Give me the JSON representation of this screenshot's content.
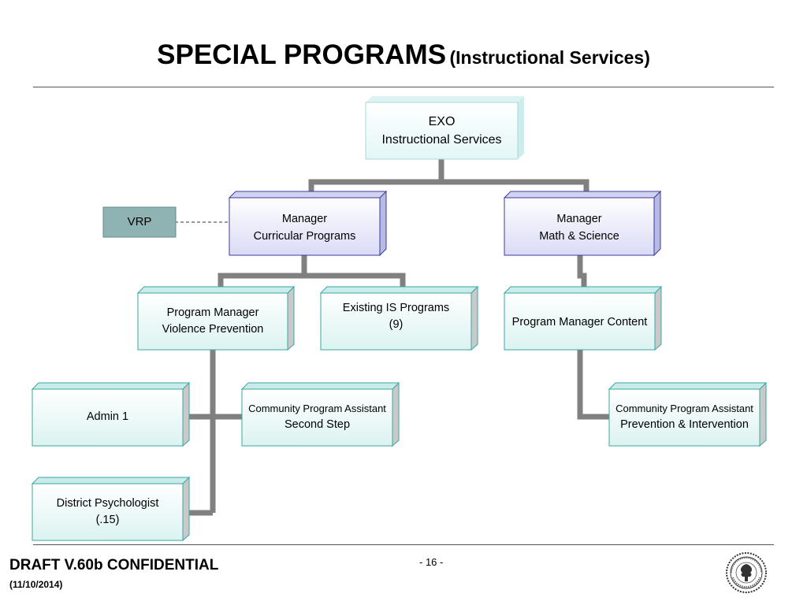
{
  "title": {
    "main": "SPECIAL PROGRAMS",
    "subtitle": "(Instructional Services)"
  },
  "nodes": {
    "exo": {
      "line1": "EXO",
      "line2": "Instructional Services"
    },
    "vrp": {
      "label": "VRP"
    },
    "manager_curricular": {
      "line1": "Manager",
      "line2": "Curricular Programs"
    },
    "manager_math": {
      "line1": "Manager",
      "line2": "Math & Science"
    },
    "pm_violence": {
      "line1": "Program Manager",
      "line2": "Violence Prevention"
    },
    "existing_is": {
      "line1": "Existing IS Programs",
      "line2": "(9)"
    },
    "pm_content": {
      "line1": "Program Manager Content"
    },
    "admin1": {
      "line1": "Admin 1"
    },
    "cpa_second_step": {
      "line1": "Community Program Assistant",
      "line2": "Second Step"
    },
    "district_psych": {
      "line1": "District Psychologist",
      "line2": "(.15)"
    },
    "cpa_prevention": {
      "line1": "Community Program Assistant",
      "line2": "Prevention & Intervention"
    }
  },
  "footer": {
    "draft": "DRAFT V.60b CONFIDENTIAL",
    "date": "(11/10/2014)",
    "page": "- 16 -"
  },
  "seal": {
    "icon": "district-seal-icon"
  },
  "colors": {
    "connector": "#808080",
    "exo_fill": "#f1fbfb",
    "exo_border": "#a8d8d8",
    "manager_fill": "#ececfa",
    "manager_border": "#3c3c9a",
    "teal_fill": "#eefaf9",
    "teal_border": "#3aa7a2",
    "vrp_fill": "#8fb3b3"
  }
}
